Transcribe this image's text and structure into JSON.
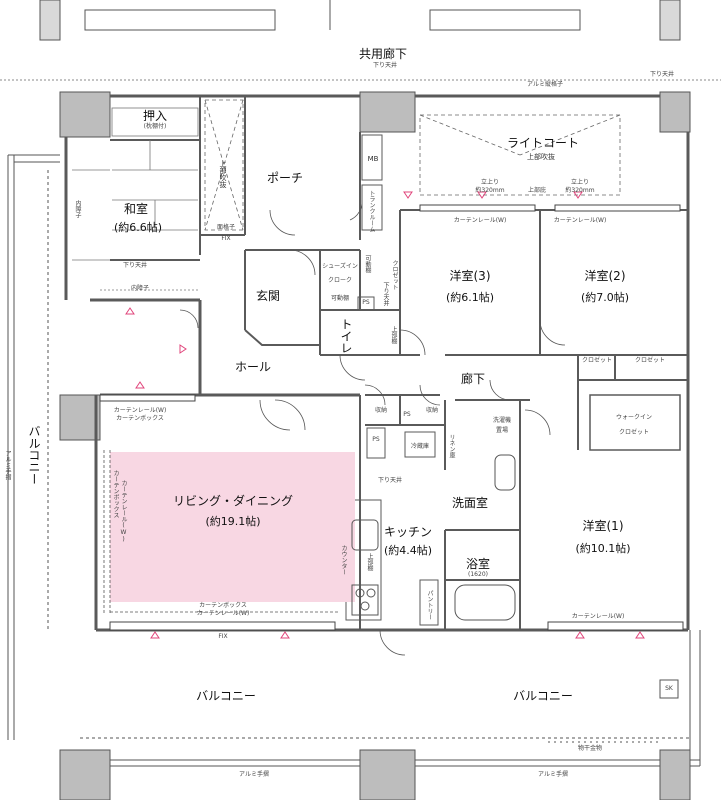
{
  "labels": {
    "common_corridor": "共用廊下",
    "sagari_tenjo": "下り天井",
    "alumi_tategoshi": "アルミ縦格子",
    "oshiire": "押入",
    "oshiire_sub": "(枕棚付)",
    "washitsu": "和室",
    "washitsu_area": "(約6.6帖)",
    "uchishoji": "内障子",
    "joubu_fukinuke": "上部吹抜",
    "menkoushi": "面格子",
    "fix": "FIX",
    "porch": "ポーチ",
    "mb": "MB",
    "trunk_room": "トランクルーム",
    "light_court": "ライトコート",
    "tachiagari": "立上り",
    "tachiagari_h": "約320mm",
    "joubu_hisashi": "上部庇",
    "curtain_rail_w": "カーテンレール(W)",
    "youshitsu3": "洋室(3)",
    "youshitsu3_area": "(約6.1帖)",
    "youshitsu2": "洋室(2)",
    "youshitsu2_area": "(約7.0帖)",
    "shoes_in": "シューズイン",
    "cloak": "クローク",
    "kadou_dana": "可動棚",
    "closet": "クロゼット",
    "ps": "PS",
    "genkan": "玄関",
    "toilet": "トイレ",
    "joubu_tana": "上部棚",
    "hall": "ホール",
    "rouka": "廊下",
    "closet_kata": "クロゼット",
    "walk_in": "ウォークイン",
    "walk_in_closet": "クロゼット",
    "shuno": "収納",
    "sentakuki": "洗濯機",
    "okiba": "置場",
    "reizouko": "冷蔵庫",
    "linen": "リネン庫",
    "curtain_box": "カーテンボックス",
    "balcony_vertical": "バルコニー",
    "alumi_tesuri": "アルミ手摺",
    "living": "リビング・ダイニング",
    "living_area": "(約19.1帖)",
    "kitchen": "キッチン",
    "kitchen_area": "(約4.4帖)",
    "counter": "カウンター",
    "senmenshitsu": "洗面室",
    "yokushitsu": "浴室",
    "yokushitsu_size": "(1620)",
    "pantry": "パントリー",
    "youshitsu1": "洋室(1)",
    "youshitsu1_area": "(約10.1帖)",
    "balcony_left": "バルコニー",
    "balcony_right": "バルコニー",
    "sk": "SK",
    "monohoshi": "物干金物"
  },
  "colors": {
    "living_highlight": "#f8d7e3",
    "wall": "#5a5a5a",
    "column": "#bdbdbd",
    "marker": "#e0457b",
    "line": "#333333"
  }
}
